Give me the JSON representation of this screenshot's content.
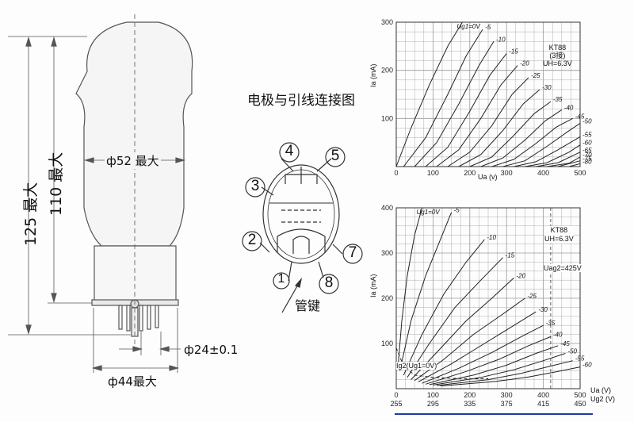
{
  "colors": {
    "line": "#555555",
    "paper": "#fdfdfd",
    "tube": "#f6f6f6",
    "accent_line": "#1f3c9e"
  },
  "tube": {
    "height_overall": "125 最大",
    "height_glass": "110 最大",
    "diameter_glass": "ф52 最大",
    "diameter_pins": "ф24±0.1",
    "diameter_base": "ф44最大"
  },
  "pinout": {
    "title": "电极与引线连接图",
    "pins": [
      "1",
      "2",
      "3",
      "4",
      "5",
      "7",
      "8"
    ],
    "key_label": "管键"
  },
  "chart_data": [
    {
      "type": "line",
      "annotation": [
        "KT88",
        "(3接)",
        "UH=6.3V"
      ],
      "xlabel": "Ua (v)",
      "ylabel": "Ia (mA)",
      "xlim": [
        0,
        500
      ],
      "ylim": [
        0,
        300
      ],
      "xticks": [
        0,
        100,
        200,
        300,
        400,
        500
      ],
      "yticks": [
        100,
        200,
        300
      ],
      "series": [
        {
          "name": "Ug1=0V",
          "x": [
            0,
            40,
            90,
            140,
            180
          ],
          "y": [
            0,
            80,
            170,
            250,
            300
          ]
        },
        {
          "name": "-5",
          "x": [
            20,
            80,
            140,
            190,
            235
          ],
          "y": [
            0,
            60,
            150,
            230,
            285
          ]
        },
        {
          "name": "-10",
          "x": [
            50,
            110,
            170,
            225,
            265
          ],
          "y": [
            0,
            50,
            130,
            210,
            260
          ]
        },
        {
          "name": "-15",
          "x": [
            80,
            140,
            200,
            255,
            300
          ],
          "y": [
            0,
            40,
            115,
            190,
            235
          ]
        },
        {
          "name": "-20",
          "x": [
            110,
            170,
            230,
            285,
            330
          ],
          "y": [
            0,
            35,
            100,
            170,
            210
          ]
        },
        {
          "name": "-25",
          "x": [
            140,
            200,
            260,
            315,
            360
          ],
          "y": [
            0,
            30,
            85,
            150,
            185
          ]
        },
        {
          "name": "-30",
          "x": [
            170,
            230,
            290,
            345,
            390
          ],
          "y": [
            0,
            25,
            75,
            130,
            160
          ]
        },
        {
          "name": "-35",
          "x": [
            200,
            260,
            320,
            375,
            420
          ],
          "y": [
            0,
            20,
            65,
            110,
            135
          ]
        },
        {
          "name": "-40",
          "x": [
            230,
            290,
            350,
            405,
            450
          ],
          "y": [
            0,
            18,
            55,
            95,
            118
          ]
        },
        {
          "name": "-45",
          "x": [
            260,
            320,
            380,
            435,
            480
          ],
          "y": [
            0,
            15,
            48,
            82,
            100
          ]
        },
        {
          "name": "-50",
          "x": [
            290,
            350,
            410,
            465,
            500
          ],
          "y": [
            0,
            12,
            42,
            72,
            90
          ]
        },
        {
          "name": "-55",
          "x": [
            320,
            380,
            440,
            500
          ],
          "y": [
            0,
            10,
            35,
            62
          ]
        },
        {
          "name": "-60",
          "x": [
            350,
            410,
            470,
            500
          ],
          "y": [
            0,
            8,
            30,
            45
          ]
        },
        {
          "name": "-65",
          "x": [
            380,
            440,
            500
          ],
          "y": [
            0,
            8,
            30
          ]
        },
        {
          "name": "-70",
          "x": [
            410,
            470,
            500
          ],
          "y": [
            0,
            7,
            20
          ]
        },
        {
          "name": "-75",
          "x": [
            440,
            500
          ],
          "y": [
            0,
            12
          ]
        },
        {
          "name": "-80",
          "x": [
            470,
            500
          ],
          "y": [
            0,
            6
          ]
        }
      ]
    },
    {
      "type": "line",
      "annotation": [
        "KT88",
        "UH=6.3V",
        "Uag2=425V",
        "Ig2(Ug1=0V)"
      ],
      "xlabel": "Ua (V)",
      "x2label": "Ug2 (V)",
      "ylabel": "Ia (mA)",
      "xlim": [
        0,
        500
      ],
      "ylim": [
        0,
        400
      ],
      "xticks": [
        "0",
        "100",
        "200",
        "300",
        "400",
        "500"
      ],
      "x2ticks": [
        "255",
        "295",
        "335",
        "375",
        "415",
        "450"
      ],
      "yticks": [
        100,
        200,
        300,
        400
      ],
      "series": [
        {
          "name": "Ug1=0V",
          "x": [
            5,
            15,
            30,
            50,
            70
          ],
          "y": [
            50,
            150,
            250,
            340,
            400
          ]
        },
        {
          "name": "-5",
          "x": [
            10,
            40,
            80,
            120,
            150
          ],
          "y": [
            40,
            150,
            250,
            330,
            390
          ]
        },
        {
          "name": "-10",
          "x": [
            20,
            70,
            130,
            190,
            240
          ],
          "y": [
            30,
            120,
            210,
            280,
            330
          ]
        },
        {
          "name": "-15",
          "x": [
            30,
            90,
            160,
            230,
            290
          ],
          "y": [
            25,
            100,
            180,
            240,
            290
          ]
        },
        {
          "name": "-20",
          "x": [
            40,
            110,
            190,
            260,
            320
          ],
          "y": [
            20,
            80,
            150,
            200,
            245
          ]
        },
        {
          "name": "-25",
          "x": [
            50,
            130,
            210,
            290,
            350
          ],
          "y": [
            18,
            65,
            120,
            165,
            200
          ]
        },
        {
          "name": "-30",
          "x": [
            60,
            150,
            240,
            320,
            380
          ],
          "y": [
            15,
            55,
            100,
            140,
            170
          ]
        },
        {
          "name": "-35",
          "x": [
            70,
            170,
            260,
            340,
            400
          ],
          "y": [
            12,
            45,
            80,
            115,
            140
          ]
        },
        {
          "name": "-40",
          "x": [
            80,
            190,
            280,
            360,
            420
          ],
          "y": [
            10,
            38,
            65,
            95,
            115
          ]
        },
        {
          "name": "-45",
          "x": [
            90,
            210,
            300,
            380,
            440
          ],
          "y": [
            9,
            30,
            52,
            78,
            95
          ]
        },
        {
          "name": "-50",
          "x": [
            100,
            230,
            320,
            400,
            460
          ],
          "y": [
            8,
            25,
            42,
            62,
            78
          ]
        },
        {
          "name": "-55",
          "x": [
            110,
            250,
            340,
            420,
            480
          ],
          "y": [
            7,
            20,
            34,
            50,
            62
          ]
        },
        {
          "name": "-60",
          "x": [
            120,
            270,
            360,
            440,
            500
          ],
          "y": [
            6,
            16,
            26,
            38,
            48
          ]
        }
      ],
      "ig2_curve": {
        "x": [
          0,
          20,
          50,
          100,
          150,
          200,
          250
        ],
        "y": [
          90,
          50,
          30,
          25,
          23,
          22,
          22
        ]
      }
    }
  ]
}
